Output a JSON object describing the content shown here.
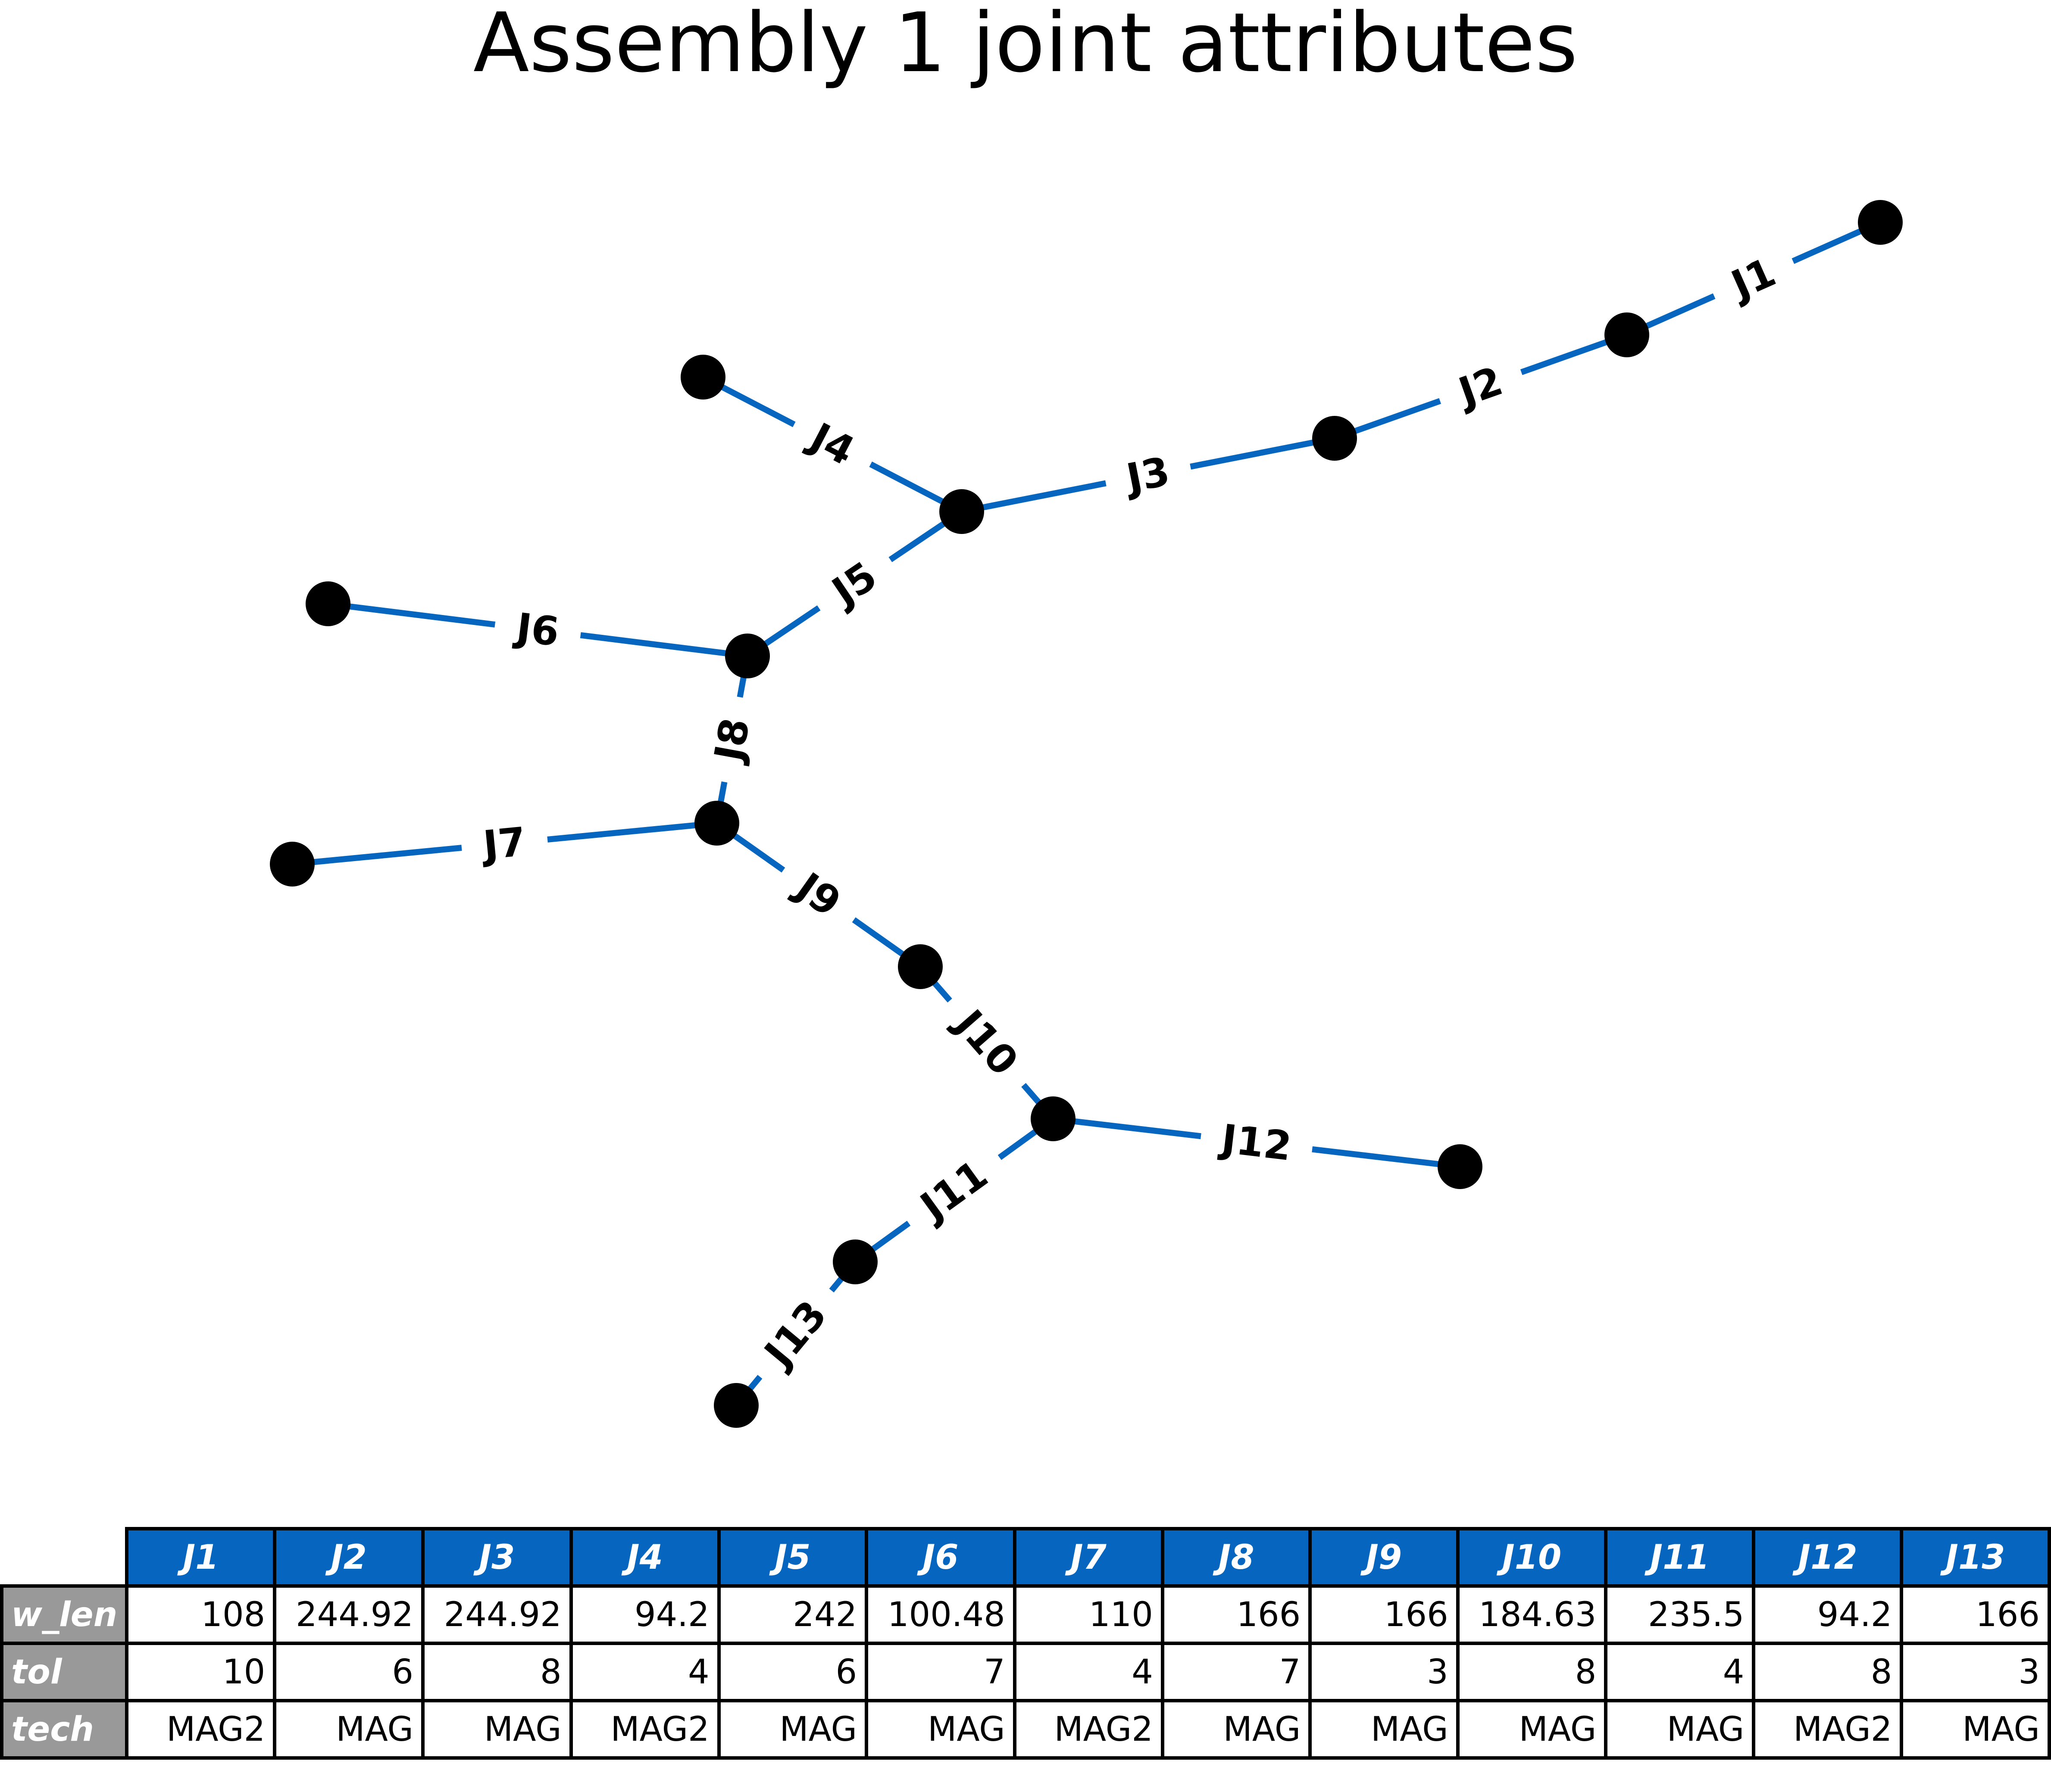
{
  "title": "Assembly 1 joint attributes",
  "colors": {
    "edge": "#0565BF",
    "node": "#000000",
    "header_bg": "#0565BF",
    "row_header_bg": "#999999"
  },
  "graph": {
    "nodes": [
      {
        "id": "n1"
      },
      {
        "id": "n2"
      },
      {
        "id": "n3"
      },
      {
        "id": "n4"
      },
      {
        "id": "n5"
      },
      {
        "id": "n6"
      },
      {
        "id": "n7"
      },
      {
        "id": "n8"
      },
      {
        "id": "n9"
      },
      {
        "id": "n10"
      },
      {
        "id": "n11"
      },
      {
        "id": "n12"
      },
      {
        "id": "n13"
      },
      {
        "id": "n14"
      }
    ],
    "edges": [
      {
        "label": "J1",
        "from": "n2",
        "to": "n1"
      },
      {
        "label": "J2",
        "from": "n3",
        "to": "n2"
      },
      {
        "label": "J3",
        "from": "n4",
        "to": "n3"
      },
      {
        "label": "J4",
        "from": "n5",
        "to": "n4"
      },
      {
        "label": "J5",
        "from": "n6",
        "to": "n4"
      },
      {
        "label": "J6",
        "from": "n7",
        "to": "n6"
      },
      {
        "label": "J7",
        "from": "n9",
        "to": "n8"
      },
      {
        "label": "J8",
        "from": "n6",
        "to": "n8"
      },
      {
        "label": "J9",
        "from": "n8",
        "to": "n10"
      },
      {
        "label": "J10",
        "from": "n10",
        "to": "n11"
      },
      {
        "label": "J11",
        "from": "n12",
        "to": "n11"
      },
      {
        "label": "J12",
        "from": "n11",
        "to": "n13"
      },
      {
        "label": "J13",
        "from": "n14",
        "to": "n12"
      }
    ]
  },
  "table": {
    "columns": [
      "J1",
      "J2",
      "J3",
      "J4",
      "J5",
      "J6",
      "J7",
      "J8",
      "J9",
      "J10",
      "J11",
      "J12",
      "J13"
    ],
    "rows": [
      {
        "header": "w_len",
        "cells": [
          "108",
          "244.92",
          "244.92",
          "94.2",
          "242",
          "100.48",
          "110",
          "166",
          "166",
          "184.63",
          "235.5",
          "94.2",
          "166"
        ]
      },
      {
        "header": "tol",
        "cells": [
          "10",
          "6",
          "8",
          "4",
          "6",
          "7",
          "4",
          "7",
          "3",
          "8",
          "4",
          "8",
          "3"
        ]
      },
      {
        "header": "tech",
        "cells": [
          "MAG2",
          "MAG",
          "MAG",
          "MAG2",
          "MAG",
          "MAG",
          "MAG2",
          "MAG",
          "MAG",
          "MAG",
          "MAG",
          "MAG2",
          "MAG"
        ]
      }
    ]
  }
}
